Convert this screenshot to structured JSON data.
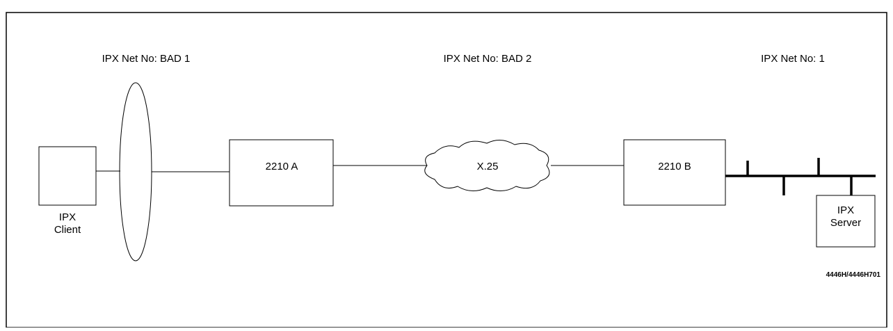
{
  "networks": {
    "net1_label": "IPX Net No: BAD 1",
    "net2_label": "IPX Net No: BAD 2",
    "net3_label": "IPX Net No: 1"
  },
  "nodes": {
    "client_line1": "IPX",
    "client_line2": "Client",
    "router_a": "2210 A",
    "cloud": "X.25",
    "router_b": "2210 B",
    "server_line1": "IPX",
    "server_line2": "Server"
  },
  "figure_id": "4446H/4446H701",
  "colors": {
    "stroke": "#000000",
    "background": "#ffffff"
  }
}
